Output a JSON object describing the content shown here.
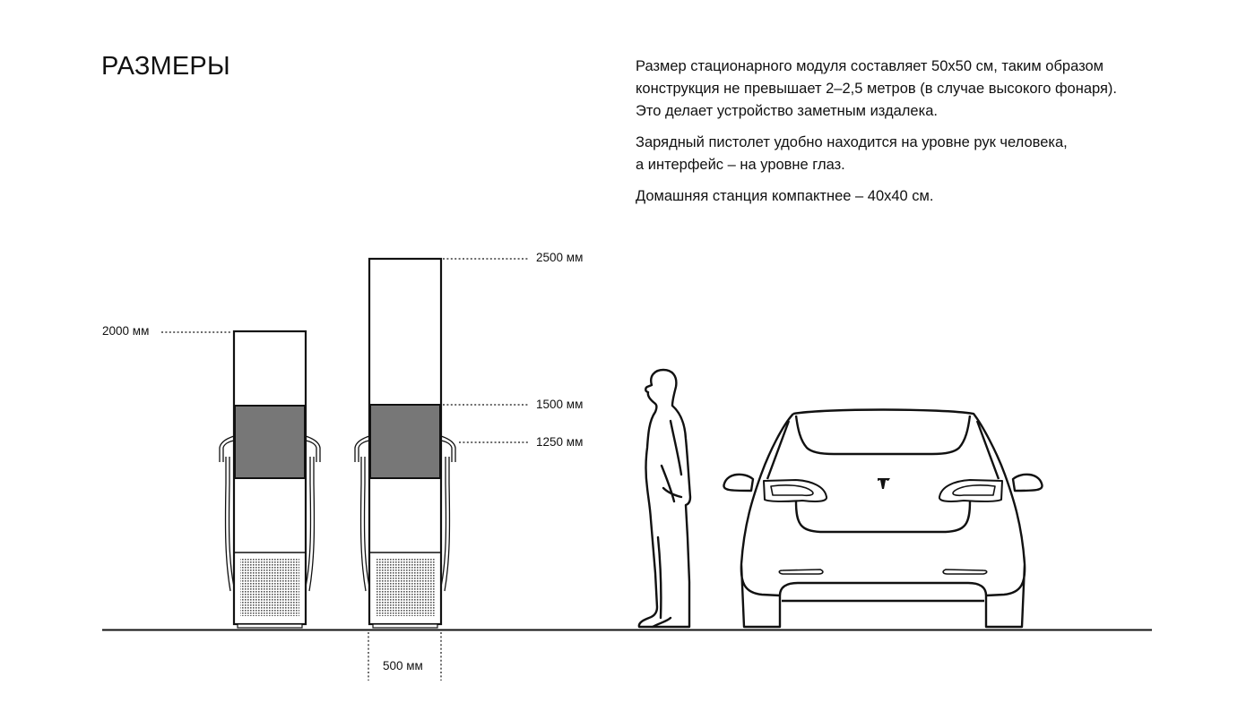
{
  "page": {
    "title": "РАЗМЕРЫ",
    "description": {
      "paragraphs": [
        {
          "lines": [
            "Размер стационарного модуля составляет 50x50 см, таким образом",
            "конструкция не превышает 2–2,5 метров (в случае высокого фонаря).",
            "Это делает устройство заметным издалека."
          ]
        },
        {
          "lines": [
            "Зарядный пистолет удобно находится на уровне рук человека,",
            "а интерфейс – на уровне глаз."
          ]
        },
        {
          "lines": [
            "Домашняя станция компактнее – 40x40 см."
          ]
        }
      ]
    }
  },
  "diagram": {
    "dimensions": {
      "station_short_height": "2000 мм",
      "station_tall_height": "2500 мм",
      "interface_top": "1500 мм",
      "handle_height": "1250 мм",
      "station_width": "500 мм"
    },
    "colors": {
      "line": "#111111",
      "screen_fill": "#777777",
      "background": "#ffffff"
    },
    "figures": [
      "charging-station-2000",
      "charging-station-2500",
      "person-silhouette",
      "car-rear-view"
    ]
  }
}
